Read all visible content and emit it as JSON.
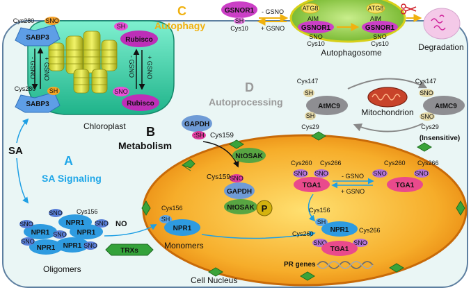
{
  "colors": {
    "cell_fill": "#e8f5f4",
    "cell_border": "#5d7fa0",
    "nucleus_fill": "#f39c1e",
    "chloroplast_fill": "#32c9a0",
    "npr1_blue": "#2e9be0",
    "tga1_pink": "#e94a8c",
    "sno_purple": "#b573d8",
    "sh_blue": "#5ea8ea",
    "gsnor1_purple": "#cb3fc6",
    "autophagosome_green": "#8ccc3c",
    "atmc9_gray": "#8e8e92",
    "section_a": "#1ea6e8",
    "section_c": "#f0b10f",
    "section_d": "#9a9a9a"
  },
  "sections": {
    "a_letter": "A",
    "a_title": "SA Signaling",
    "b_letter": "B",
    "b_title": "Metabolism",
    "c_letter": "C",
    "c_title": "Autophagy",
    "d_letter": "D",
    "d_title": "Autoprocessing"
  },
  "labels": {
    "sa": "SA",
    "chloroplast": "Chloroplast",
    "oligomers": "Oligomers",
    "monomers": "Monomers",
    "no": "NO",
    "trxs": "TRXs",
    "cell_nucleus": "Cell Nucleus",
    "pr_genes": "PR genes",
    "autophagosome": "Autophagosome",
    "degradation": "Degradation",
    "mitochondrion": "Mitochondrion",
    "insensitive": "(Insensitive)",
    "minus_gsno": "- GSNO",
    "plus_gsno": "+ GSNO"
  },
  "proteins": {
    "sabp3": "SABP3",
    "rubisco": "Rubisco",
    "gsnor1": "GSNOR1",
    "atg8": "ATG8",
    "aim": "AIM",
    "gapdh": "GAPDH",
    "ntosak": "NtOSAK",
    "npr1": "NPR1",
    "tga1": "TGA1",
    "atmc9": "AtMC9",
    "phospho": "P"
  },
  "mods": {
    "sno": "SNO",
    "sh": "SH",
    "sh_gapdh": ":SH",
    "cys280": "Cys280",
    "cys10": "Cys10",
    "cys159": "Cys159",
    "cys156": "Cys156",
    "cys147": "Cys147",
    "cys29": "Cys29",
    "cys260": "Cys260",
    "cys266": "Cys266"
  }
}
